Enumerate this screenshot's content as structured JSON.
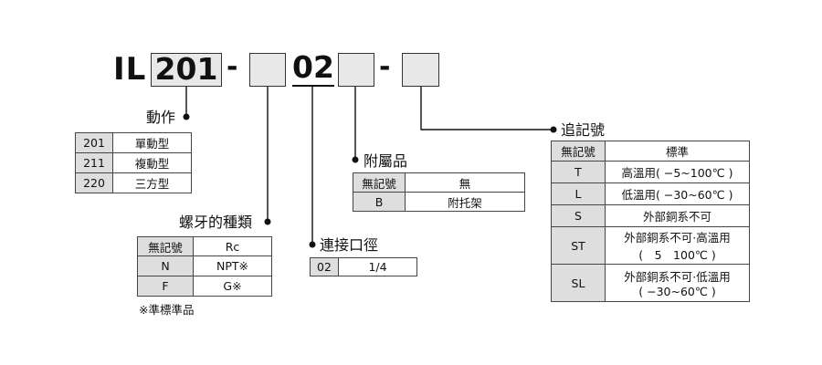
{
  "part_number": {
    "prefix": "IL",
    "series": "201",
    "dash1": "-",
    "thread": "02",
    "dash2": "-"
  },
  "action": {
    "title": "動作",
    "rows": [
      {
        "code": "201",
        "desc": "單動型"
      },
      {
        "code": "211",
        "desc": "複動型"
      },
      {
        "code": "220",
        "desc": "三方型"
      }
    ]
  },
  "thread_type": {
    "title": "螺牙的種類",
    "header": {
      "code": "無記號",
      "value": "Rc"
    },
    "rows": [
      {
        "code": "N",
        "value": "NPT※"
      },
      {
        "code": "F",
        "value": "G※"
      }
    ],
    "note": "※準標準品"
  },
  "port_size": {
    "title": "連接口徑",
    "rows": [
      {
        "code": "02",
        "value": "1/4"
      }
    ]
  },
  "accessory": {
    "title": "附屬品",
    "header": {
      "code": "無記號",
      "value": "無"
    },
    "rows": [
      {
        "code": "B",
        "value": "附托架"
      }
    ]
  },
  "suffix": {
    "title": "追記號",
    "header": {
      "code": "無記號",
      "value": "標準"
    },
    "rows": [
      {
        "code": "T",
        "line1": "高溫用( −5~100℃ )",
        "line2": ""
      },
      {
        "code": "L",
        "line1": "低溫用( −30~60℃ )",
        "line2": ""
      },
      {
        "code": "S",
        "line1": "外部銅系不可",
        "line2": ""
      },
      {
        "code": "ST",
        "line1": "外部銅系不可·高溫用",
        "line2": "(　5　100℃ )"
      },
      {
        "code": "SL",
        "line1": "外部銅系不可·低溫用",
        "line2": "( −30~60℃ )"
      }
    ]
  }
}
